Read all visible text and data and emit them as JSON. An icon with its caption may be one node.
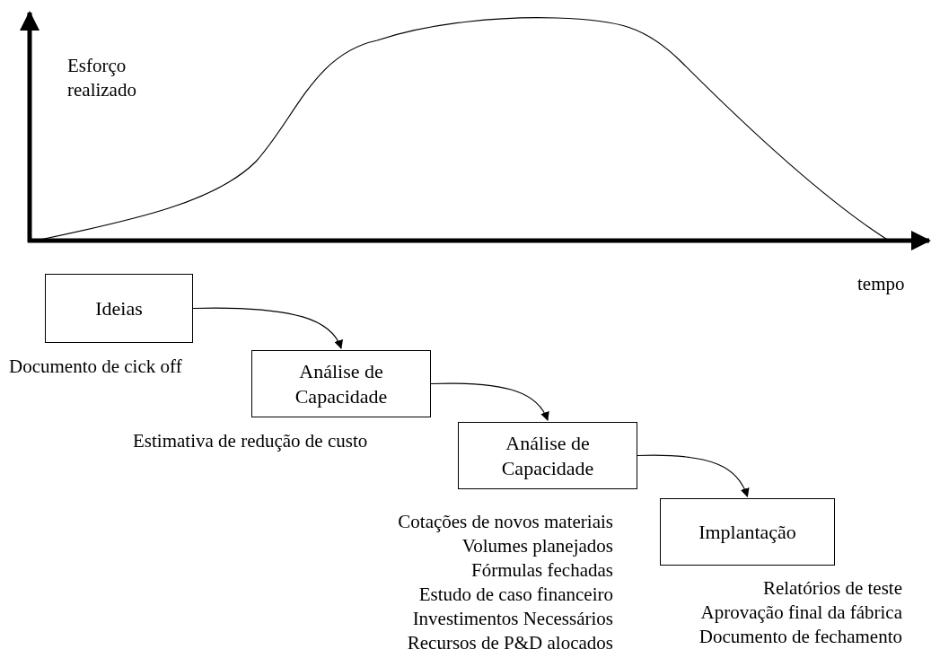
{
  "diagram": {
    "nodes": [
      {
        "text": [
          "Ideias"
        ],
        "beside": [
          "Documento de cick off"
        ]
      },
      {
        "text": [
          "Análise de Capacidade"
        ],
        "beside": [
          "Estimativa de redução de custo"
        ]
      },
      {
        "text": [
          "Análise de Capacidade"
        ],
        "beside": [
          "Cotações de novos materiais",
          "Volumes planejados",
          "Fórmulas fechadas",
          "Estudo de caso financeiro",
          "Investimentos Necessários",
          "Recursos de P&D alocados"
        ]
      },
      {
        "text": [
          "Implantação"
        ],
        "beside": [
          "Relatórios de teste",
          "Aprovação final da fábrica",
          "Documento de fechamento"
        ]
      }
    ],
    "edges": [
      {
        "from": 0,
        "to": 1,
        "arrow": "to"
      },
      {
        "from": 1,
        "to": 2,
        "arrow": "to"
      },
      {
        "from": 2,
        "to": 3,
        "arrow": "to"
      }
    ],
    "labels": [
      "Esforço realizado",
      "tempo"
    ]
  }
}
